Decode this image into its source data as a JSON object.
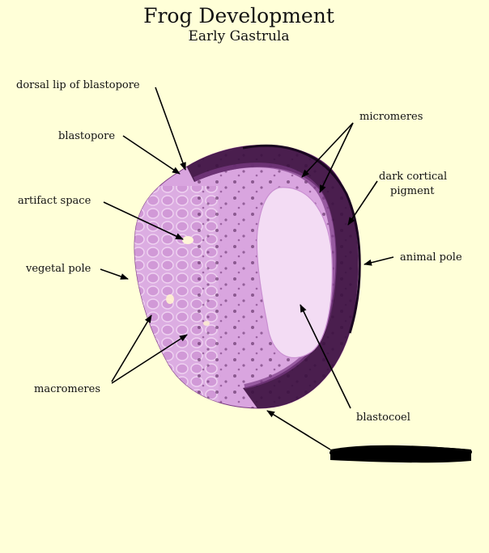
{
  "title": "Frog Development",
  "subtitle": "Early Gastrula",
  "colors": {
    "background": "#ffffd8",
    "cytoplasm": "#d9a5df",
    "pigment": "#3a0f3e",
    "blastocoel": "#f3dcf4"
  },
  "labels": {
    "dorsal_lip": "dorsal lip of blastopore",
    "blastopore": "blastopore",
    "artifact_space": "artifact space",
    "vegetal_pole": "vegetal pole",
    "macromeres": "macromeres",
    "micromeres": "micromeres",
    "dark_cortical_line1": "dark cortical",
    "dark_cortical_line2": "pigment",
    "animal_pole": "animal pole",
    "blastocoel": "blastocoel"
  }
}
